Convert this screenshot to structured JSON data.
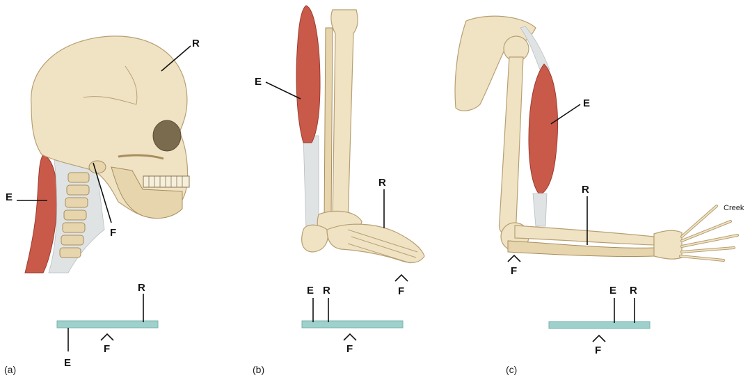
{
  "panels": [
    {
      "caption": "(a)",
      "anatomy": {
        "effort": "E",
        "resistance": "R",
        "fulcrum": "F"
      },
      "lever": {
        "effort": "E",
        "resistance": "R",
        "fulcrum": "F"
      }
    },
    {
      "caption": "(b)",
      "anatomy": {
        "effort": "E",
        "resistance": "R",
        "fulcrum": "F"
      },
      "lever": {
        "effort": "E",
        "resistance": "R",
        "fulcrum": "F"
      }
    },
    {
      "caption": "(c)",
      "anatomy": {
        "effort": "E",
        "resistance": "R",
        "fulcrum": "F"
      },
      "lever": {
        "effort": "E",
        "resistance": "R",
        "fulcrum": "F"
      },
      "watermark": "Creek"
    }
  ],
  "colors": {
    "bone": "#efe3c4",
    "muscle": "#c95a4a",
    "lever_bar": "#9fd1cc"
  }
}
